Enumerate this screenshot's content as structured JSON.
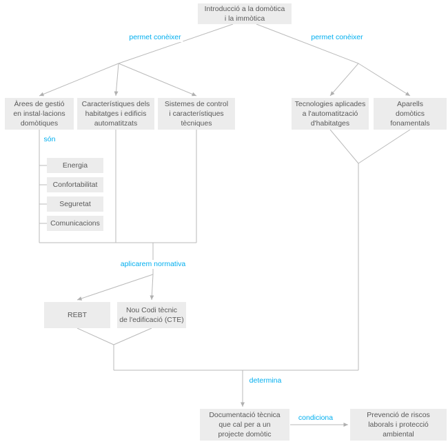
{
  "colors": {
    "page_background": "#ffffff",
    "box_background": "#ececec",
    "box_text": "#595959",
    "connector_line": "#b9b9b9",
    "edge_label_blue": "#00aeef"
  },
  "nodes": {
    "root": "Introducció a la domòtica\ni la immòtica",
    "arees_gestio": "Àrees de gestió\nen instal·lacions\ndomòtiques",
    "caracteristiques": "Característiques dels\nhabitatges i edificis\nautomatitzats",
    "sistemes_control": "Sistemes de control\ni característiques\ntècniques",
    "tecnologies": "Tecnologies aplicades\na l'automatització\nd'habitatges",
    "aparells": "Aparells\ndomòtics\nfonamentals",
    "energia": "Energia",
    "confortabilitat": "Confortabilitat",
    "seguretat": "Seguretat",
    "comunicacions": "Comunicacions",
    "rebt": "REBT",
    "cte": "Nou Codi tècnic\nde l'edificació (CTE)",
    "documentacio": "Documentació tècnica\nque cal per a un\nprojecte domòtic",
    "prevencio": "Prevenció de riscos\nlaborals i protecció\nambiental"
  },
  "edge_labels": {
    "permet_coneixer_left": "permet conèixer",
    "permet_coneixer_right": "permet conèixer",
    "son": "són",
    "aplicarem_normativa": "aplicarem normativa",
    "determina": "determina",
    "condiciona": "condiciona"
  }
}
